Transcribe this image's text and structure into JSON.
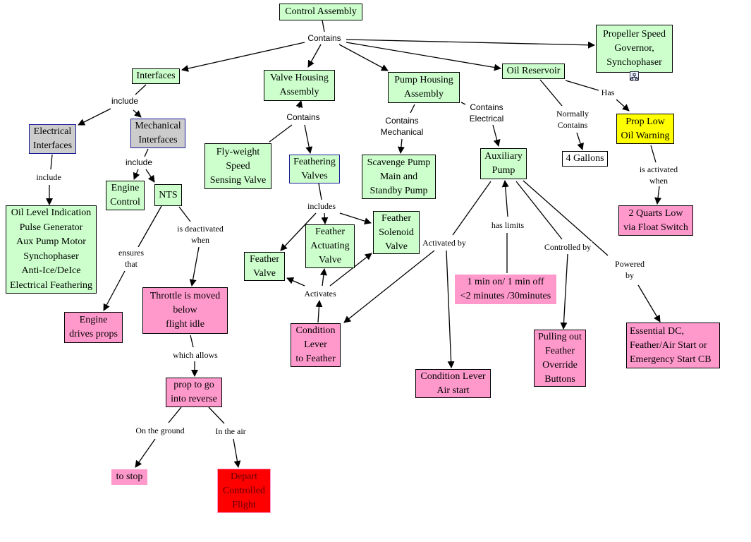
{
  "title": "Control Assembly concept map",
  "nodes": {
    "control_assembly": "Control Assembly",
    "propeller_governor": "Propeller Speed\nGovernor,\nSynchophaser",
    "interfaces": "Interfaces",
    "valve_housing": "Valve Housing\nAssembly",
    "pump_housing": "Pump Housing\nAssembly",
    "oil_reservoir": "Oil Reservoir",
    "electrical_interfaces": "Electrical\nInterfaces",
    "mechanical_interfaces": "Mechanical\nInterfaces",
    "electrical_list": "Oil Level Indication\nPulse Generator\nAux Pump Motor\nSynchophaser\nAnti-Ice/DeIce\nElectrical Feathering",
    "engine_control": "Engine\nControl",
    "nts": "NTS",
    "engine_drives_props": "Engine\ndrives props",
    "throttle_below_idle": "Throttle is moved\nbelow\nflight idle",
    "prop_reverse": "prop to go\ninto reverse",
    "to_stop": "to stop",
    "depart_controlled_flight": "Depart\nControlled\nFlight",
    "flyweight_valve": "Fly-weight\nSpeed\nSensing Valve",
    "feathering_valves": "Feathering\nValves",
    "feather_valve": "Feather\nValve",
    "feather_actuating_valve": "Feather\nActuating\nValve",
    "feather_solenoid_valve": "Feather\nSolenoid\nValve",
    "condition_lever_feather": "Condition\nLever\nto Feather",
    "scavenge_pump": "Scavenge Pump\nMain and\nStandby Pump",
    "auxiliary_pump": "Auxiliary\nPump",
    "limits": "1 min on/ 1 min off\n<2 minutes /30minutes",
    "condition_lever_air_start": "Condition Lever\nAir start",
    "feather_override_buttons": "Pulling out\nFeather\nOverride\nButtons",
    "essential_dc": "Essential DC,\nFeather/Air Start or\nEmergency Start CB",
    "four_gallons": "4 Gallons",
    "prop_low_oil_warning": "Prop Low\nOil Warning",
    "two_quarts_low": "2 Quarts Low\nvia Float Switch"
  },
  "links": {
    "contains_top": "Contains",
    "include_interfaces": "include",
    "include_electrical": "include",
    "include_mechanical": "include",
    "ensures_that": "ensures\nthat",
    "is_deactivated_when": "is deactivated\nwhen",
    "which_allows": "which allows",
    "on_the_ground": "On the ground",
    "in_the_air": "In the air",
    "contains_valve": "Contains",
    "includes": "includes",
    "activates": "Activates",
    "contains_mechanical": "Contains\nMechanical",
    "contains_electrical": "Contains\nElectrical",
    "activated_by": "Activated by",
    "has_limits": "has limits",
    "controlled_by": "Controlled by",
    "powered_by": "Powered\nby",
    "normally_contains": "Normally\nContains",
    "has": "Has",
    "is_activated_when": "is activated\nwhen"
  },
  "icons": {
    "submap": "sub-map-icon"
  }
}
